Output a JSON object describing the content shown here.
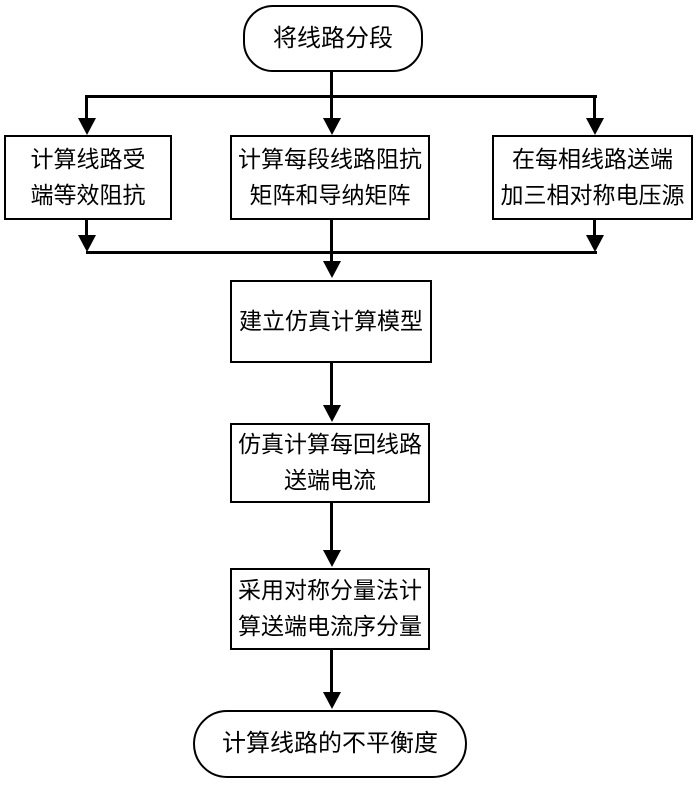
{
  "diagram": {
    "type": "flowchart",
    "background": "#ffffff",
    "line_color": "#000000",
    "nodes": {
      "start": {
        "shape": "terminator",
        "label": "将线路分段"
      },
      "calc_receiving_impedance": {
        "shape": "process",
        "lines": [
          "计算线路受",
          "端等效阻抗"
        ]
      },
      "calc_segment_matrices": {
        "shape": "process",
        "lines": [
          "计算每段线路阻抗",
          "矩阵和导纳矩阵"
        ]
      },
      "add_voltage_source": {
        "shape": "process",
        "lines": [
          "在每相线路送端",
          "加三相对称电压源"
        ]
      },
      "build_model": {
        "shape": "process",
        "label": "建立仿真计算模型"
      },
      "simulate_current": {
        "shape": "process",
        "lines": [
          "仿真计算每回线路",
          "送端电流"
        ]
      },
      "sequence_components": {
        "shape": "process",
        "lines": [
          "采用对称分量法计",
          "算送端电流序分量"
        ]
      },
      "end": {
        "shape": "terminator",
        "label": "计算线路的不平衡度"
      }
    }
  }
}
